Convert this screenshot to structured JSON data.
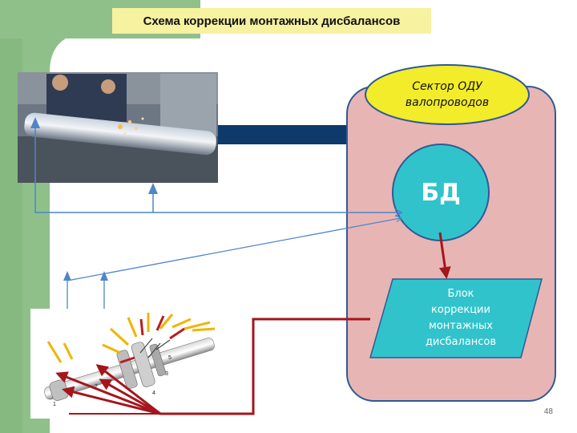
{
  "title": "Схема коррекции монтажных дисбалансов",
  "sector": {
    "line1": "Сектор ОДУ",
    "line2": "валопроводов"
  },
  "bd": "БД",
  "block": {
    "line1": "Блок",
    "line2": "коррекции",
    "line3": "монтажных",
    "line4": "дисбалансов"
  },
  "page_number": "48",
  "colors": {
    "green_band": "#8fc08a",
    "panel_fill": "#e8b5b5",
    "panel_border": "#2f5a95",
    "bubble_fill": "#f2ec2a",
    "bubble_border": "#2f5a95",
    "teal": "#31c3cc",
    "navy_bar": "#0e3a6b",
    "red_arrow": "#a5151c",
    "blue_line": "#4f86c9"
  },
  "diagram_labels": [
    "1",
    "2",
    "3",
    "4",
    "5"
  ]
}
